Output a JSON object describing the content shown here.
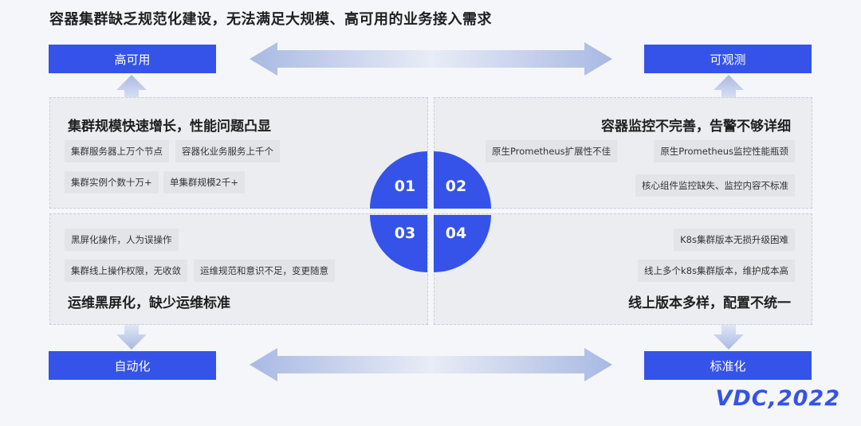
{
  "title": "容器集群缺乏规范化建设，无法满足大规模、高可用的业务接入需求",
  "corners": {
    "top_left": "高可用",
    "top_right": "可观测",
    "bottom_left": "自动化",
    "bottom_right": "标准化"
  },
  "quadrants": {
    "q1": {
      "number": "01",
      "heading": "集群规模快速增长，性能问题凸显",
      "chips": [
        "集群服务器上万个节点",
        "容器化业务服务上千个",
        "集群实例个数十万+",
        "单集群规模2千+"
      ]
    },
    "q2": {
      "number": "02",
      "heading": "容器监控不完善，告警不够详细",
      "chips": [
        "原生Prometheus扩展性不佳",
        "原生Prometheus监控性能瓶颈",
        "核心组件监控缺失、监控内容不标准"
      ]
    },
    "q3": {
      "number": "03",
      "heading": "运维黑屏化，缺少运维标准",
      "chips": [
        "黑屏化操作，人为误操作",
        "集群线上操作权限，无收敛",
        "运维规范和意识不足，变更随意"
      ]
    },
    "q4": {
      "number": "04",
      "heading": "线上版本多样，配置不统一",
      "chips": [
        "K8s集群版本无损升级困难",
        "线上多个k8s集群版本，维护成本高"
      ]
    }
  },
  "logo": "VDC,2022",
  "colors": {
    "accent": "#3553e8",
    "arrow": "#b9c6e6",
    "panel": "#ebedf1"
  }
}
